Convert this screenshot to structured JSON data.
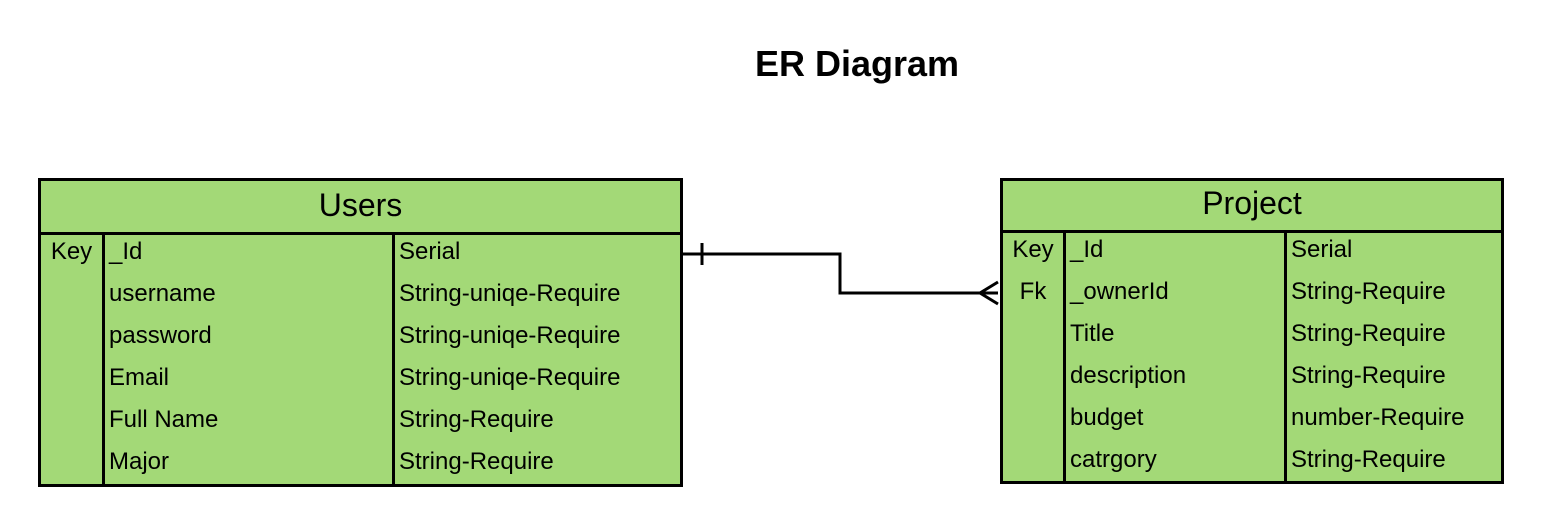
{
  "title": "ER Diagram",
  "entities": {
    "users": {
      "name": "Users",
      "keys": [
        "Key",
        "",
        "",
        "",
        "",
        ""
      ],
      "fields": [
        {
          "name": "_Id",
          "type": "Serial"
        },
        {
          "name": "username",
          "type": "String-uniqe-Require"
        },
        {
          "name": "password",
          "type": "String-uniqe-Require"
        },
        {
          "name": "Email",
          "type": "String-uniqe-Require"
        },
        {
          "name": "Full Name",
          "type": "String-Require"
        },
        {
          "name": "Major",
          "type": "String-Require"
        }
      ]
    },
    "project": {
      "name": "Project",
      "keys": [
        "Key",
        "Fk",
        "",
        "",
        "",
        ""
      ],
      "fields": [
        {
          "name": "_Id",
          "type": "Serial"
        },
        {
          "name": "_ownerId",
          "type": "String-Require"
        },
        {
          "name": "Title",
          "type": "String-Require"
        },
        {
          "name": "description",
          "type": "String-Require"
        },
        {
          "name": "budget",
          "type": "number-Require"
        },
        {
          "name": "catrgory",
          "type": "String-Require"
        }
      ]
    }
  },
  "relationship": {
    "from": "Users",
    "to": "Project",
    "from_cardinality": "one",
    "to_cardinality": "many"
  },
  "colors": {
    "entity_fill": "#a3d977",
    "stroke": "#000000"
  }
}
